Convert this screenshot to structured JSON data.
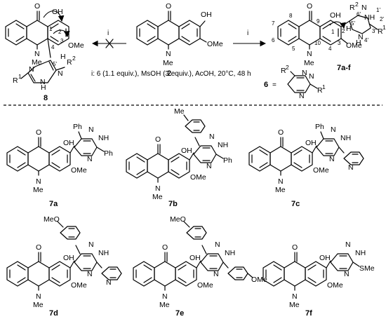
{
  "reaction": {
    "reagent_arrow_label": "i",
    "conditions": "i: 6 (1.1 equiv.), MsOH (3 equiv.), AcOH, 20°C, 48 h",
    "reagent_number": "6",
    "reagent_eq": "="
  },
  "compounds": {
    "c2": "2",
    "c8": "8",
    "c7af": "7a-f",
    "c7a": "7a",
    "c7b": "7b",
    "c7c": "7c",
    "c7d": "7d",
    "c7e": "7e",
    "c7f": "7f"
  },
  "atoms": {
    "O": "O",
    "OH": "OH",
    "N": "N",
    "NH": "NH",
    "H": "H",
    "Me": "Me",
    "OMe": "OMe",
    "MeO": "MeO",
    "Ph": "Ph",
    "SMe": "SMe",
    "R1": "R",
    "R2": "R",
    "sup1": "1",
    "sup2": "2"
  },
  "numbering": {
    "n1": "1",
    "n2": "2",
    "n3": "3",
    "n4": "4",
    "n5": "5",
    "n6": "6",
    "n7": "7",
    "n8": "8",
    "n9": "9",
    "n10": "10",
    "p1": "1'",
    "p2": "2'",
    "p3": "3'",
    "p4": "4'",
    "p5": "5'",
    "p6": "6'"
  }
}
